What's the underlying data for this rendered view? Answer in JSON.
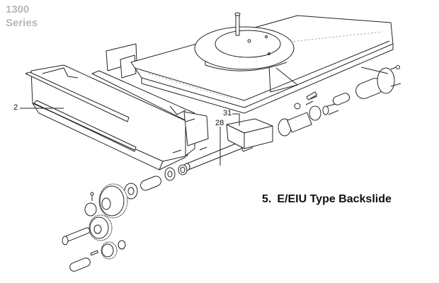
{
  "watermark": {
    "line1": "1300",
    "line2": "Series",
    "color": "#b8b8b8"
  },
  "caption": {
    "number": "5.",
    "title": "E/EIU Type Backslide"
  },
  "callouts": [
    {
      "id": "2",
      "label": "2"
    },
    {
      "id": "28",
      "label": "28"
    },
    {
      "id": "31",
      "label": "31"
    }
  ],
  "diagram": {
    "type": "exploded-parts-view",
    "parts": [
      "backslide-table-with-turntable",
      "center-post",
      "back-plates",
      "side-cover-trough",
      "slide-rails",
      "leadscrew",
      "nut-block",
      "spring-bearing-assembly",
      "end-bearing-housing",
      "bushings",
      "spur-gears",
      "shafts-and-pins"
    ]
  }
}
